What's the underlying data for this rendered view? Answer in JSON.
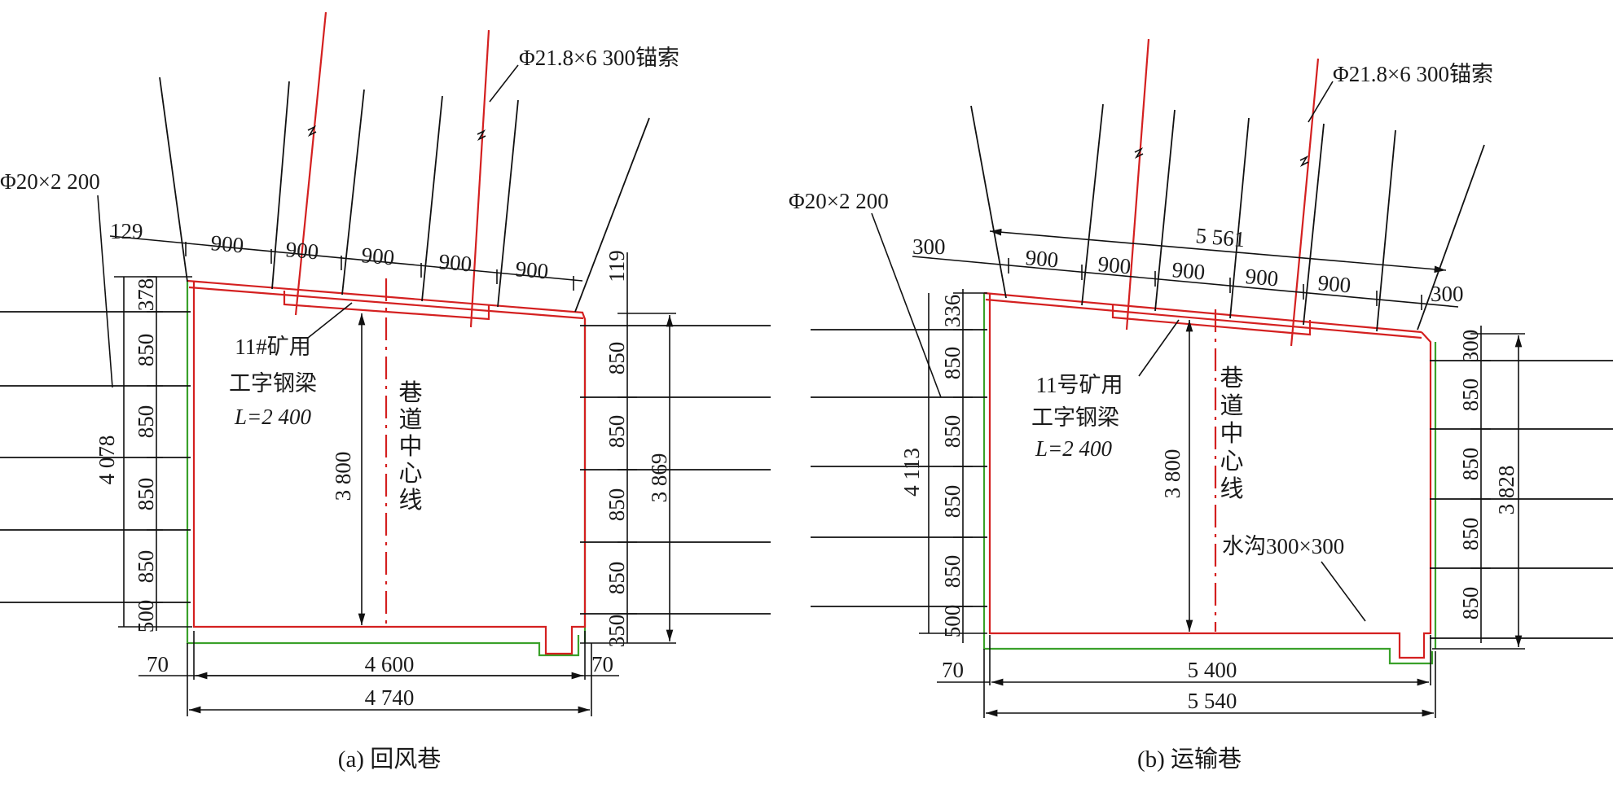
{
  "panel_a": {
    "caption": "(a) 回风巷",
    "anchor_label": "Φ21.8×6 300锚索",
    "bolt_label": "Φ20×2 200",
    "beam_lines": [
      "11#矿用",
      "工字钢梁",
      "L=2 400"
    ],
    "center_label": [
      "巷",
      "道",
      "中",
      "心",
      "线"
    ],
    "top_dims": [
      "129",
      "900",
      "900",
      "900",
      "900",
      "900"
    ],
    "left_dims": [
      "378",
      "850",
      "850",
      "850",
      "850",
      "500"
    ],
    "right_dims": [
      "119",
      "850",
      "850",
      "850",
      "850",
      "350"
    ],
    "height_center": "3 800",
    "height_left": "4 078",
    "height_right": "3 869",
    "width_inner": "4 600",
    "width_outer": "4 740",
    "side_left": "70",
    "side_right": "70"
  },
  "panel_b": {
    "caption": "(b) 运输巷",
    "anchor_label": "Φ21.8×6 300锚索",
    "bolt_label": "Φ20×2 200",
    "beam_lines": [
      "11号矿用",
      "工字钢梁",
      "L=2 400"
    ],
    "center_label": [
      "巷",
      "道",
      "中",
      "心",
      "线"
    ],
    "top_total": "5 561",
    "top_dims": [
      "300",
      "900",
      "900",
      "900",
      "900",
      "900",
      "300"
    ],
    "left_dims": [
      "336",
      "850",
      "850",
      "850",
      "850",
      "500"
    ],
    "right_dims": [
      "300",
      "850",
      "850",
      "850",
      "850"
    ],
    "height_center": "3 800",
    "height_left": "4 113",
    "height_right": "3 828",
    "width_inner": "5 400",
    "width_outer": "5 540",
    "side_left": "70",
    "ditch_label": "水沟300×300"
  }
}
